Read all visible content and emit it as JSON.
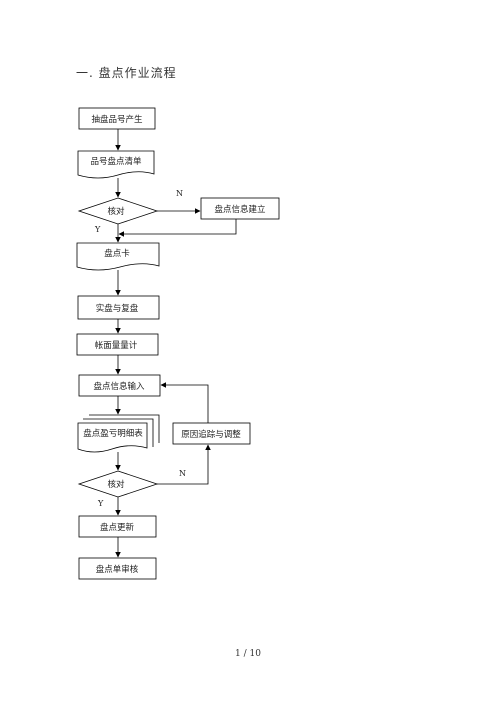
{
  "title": "一. 盘点作业流程",
  "footer": "1 / 10",
  "nodes": {
    "generate": "抽盘品号产生",
    "list": "品号盘点清单",
    "check1": "核对",
    "info_setup": "盘点信息建立",
    "card": "盘点卡",
    "count": "实盘与复盘",
    "summary": "帐面量量计",
    "input": "盘点信息输入",
    "diff_report": "盘点盈亏明细表",
    "trace": "原因追踪与调整",
    "check2": "核对",
    "update": "盘点更新",
    "audit": "盘点单审核"
  },
  "labels": {
    "n1": "N",
    "y1": "Y",
    "n2": "N",
    "y2": "Y"
  }
}
